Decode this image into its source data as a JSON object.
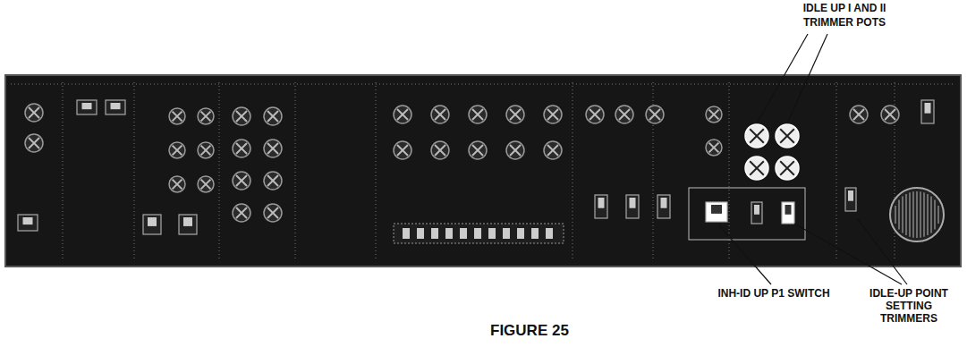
{
  "diagram": {
    "caption": "FIGURE 25",
    "labels": [
      "IDLE UP I AND II",
      "TRIMMER POTS",
      "INH-ID UP P1 SWITCH",
      "IDLE-UP POINT SETTING TRIMMERS"
    ]
  }
}
